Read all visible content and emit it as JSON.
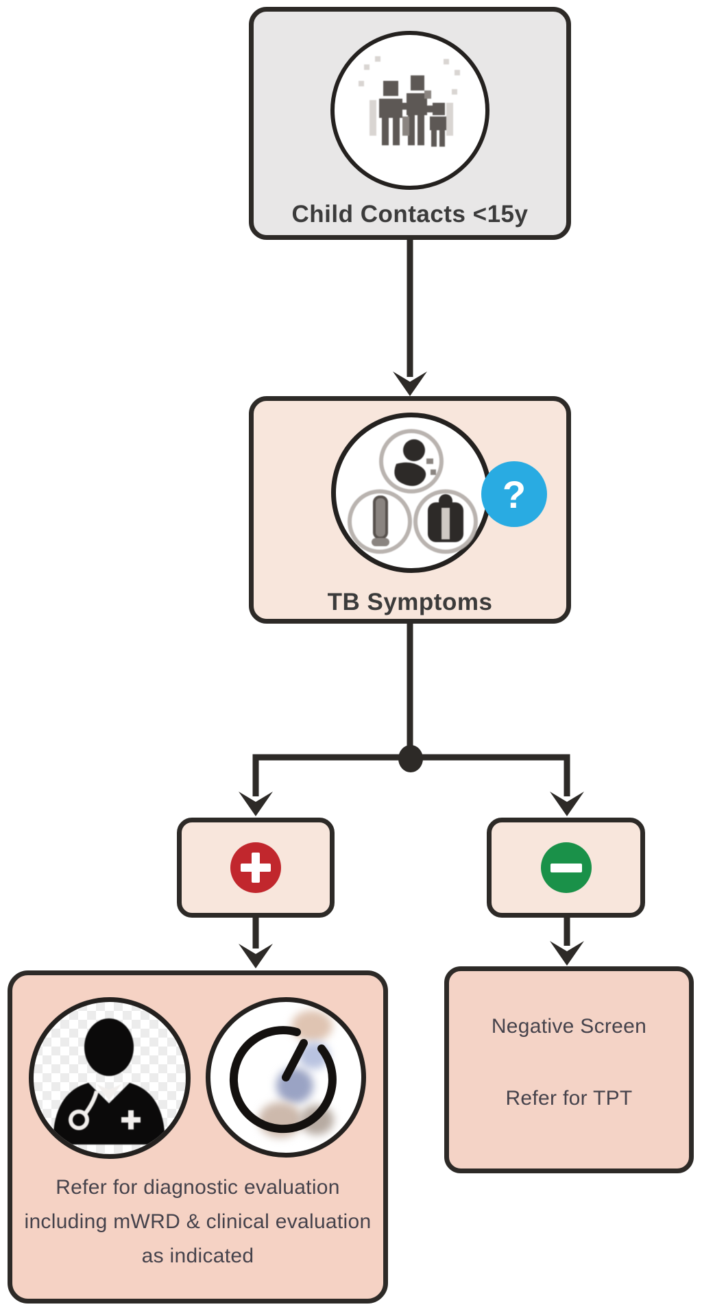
{
  "nodes": {
    "child_contacts": {
      "label": "Child Contacts <15y",
      "icon": "family-icon"
    },
    "tb_symptoms": {
      "label": "TB Symptoms",
      "question_mark": "?",
      "icons": [
        "cough-icon",
        "thermometer-icon",
        "lungs-icon"
      ]
    },
    "positive_branch": {
      "symbol": "+",
      "icon": "plus-icon"
    },
    "negative_branch": {
      "symbol": "−",
      "icon": "minus-icon"
    },
    "diagnostic_referral": {
      "lines": [
        "Refer for diagnostic evaluation",
        "including mWRD & clinical evaluation",
        "as indicated"
      ],
      "icons": [
        "doctor-icon",
        "follow-up-clock-icon",
        "dna-icon"
      ]
    },
    "negative_screen": {
      "line1": "Negative Screen",
      "line2": "Refer for TPT"
    }
  },
  "colors": {
    "connector": "#2D2A27",
    "node_border": "#2D2A27",
    "gray_fill": "#E8E7E7",
    "peach_fill": "#F8E6DC",
    "pink_fill": "#F5D2C4",
    "question_blue": "#29ABE2",
    "positive_red": "#C1272D",
    "negative_green": "#1A9149",
    "title_text": "#3B3B3B",
    "body_text": "#45424B"
  }
}
